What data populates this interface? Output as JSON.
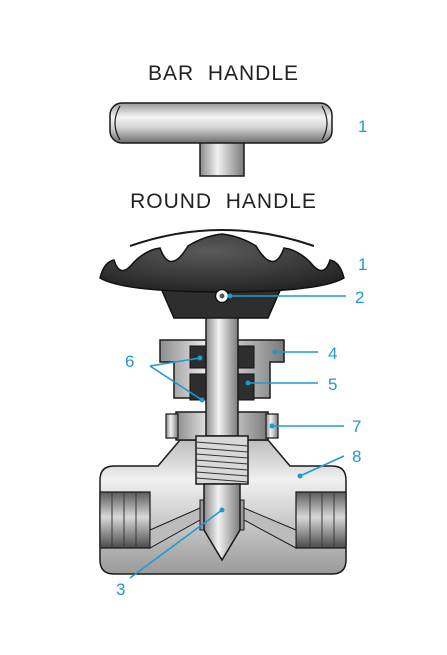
{
  "titles": {
    "bar_handle": "BAR  HANDLE",
    "round_handle": "ROUND  HANDLE"
  },
  "callouts": [
    {
      "id": "bar-handle",
      "label": "1"
    },
    {
      "id": "round-handle",
      "label": "1"
    },
    {
      "id": "ball",
      "label": "2"
    },
    {
      "id": "stem-tip",
      "label": "3"
    },
    {
      "id": "bonnet-nut",
      "label": "4"
    },
    {
      "id": "gland",
      "label": "5"
    },
    {
      "id": "packing",
      "label": "6"
    },
    {
      "id": "panel-nut",
      "label": "7"
    },
    {
      "id": "body",
      "label": "8"
    }
  ],
  "colors": {
    "callout": "#1c9ad6",
    "metal_light": "#e6e6e6",
    "metal_dark": "#8a8a8a",
    "knob": "#3a3a3a",
    "outline": "#1a1a1a"
  }
}
